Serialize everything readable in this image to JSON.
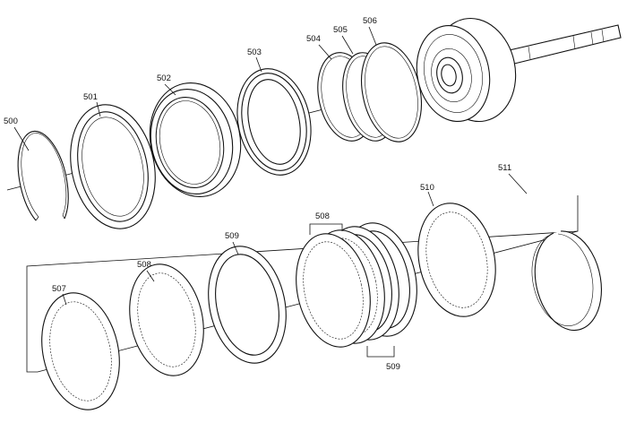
{
  "labels": {
    "p500": "500",
    "p501": "501",
    "p502": "502",
    "p503": "503",
    "p504": "504",
    "p505": "505",
    "p506": "506",
    "p507": "507",
    "p508a": "508",
    "p508b": "508",
    "p509a": "509",
    "p509b": "509",
    "p510": "510",
    "p511": "511"
  }
}
